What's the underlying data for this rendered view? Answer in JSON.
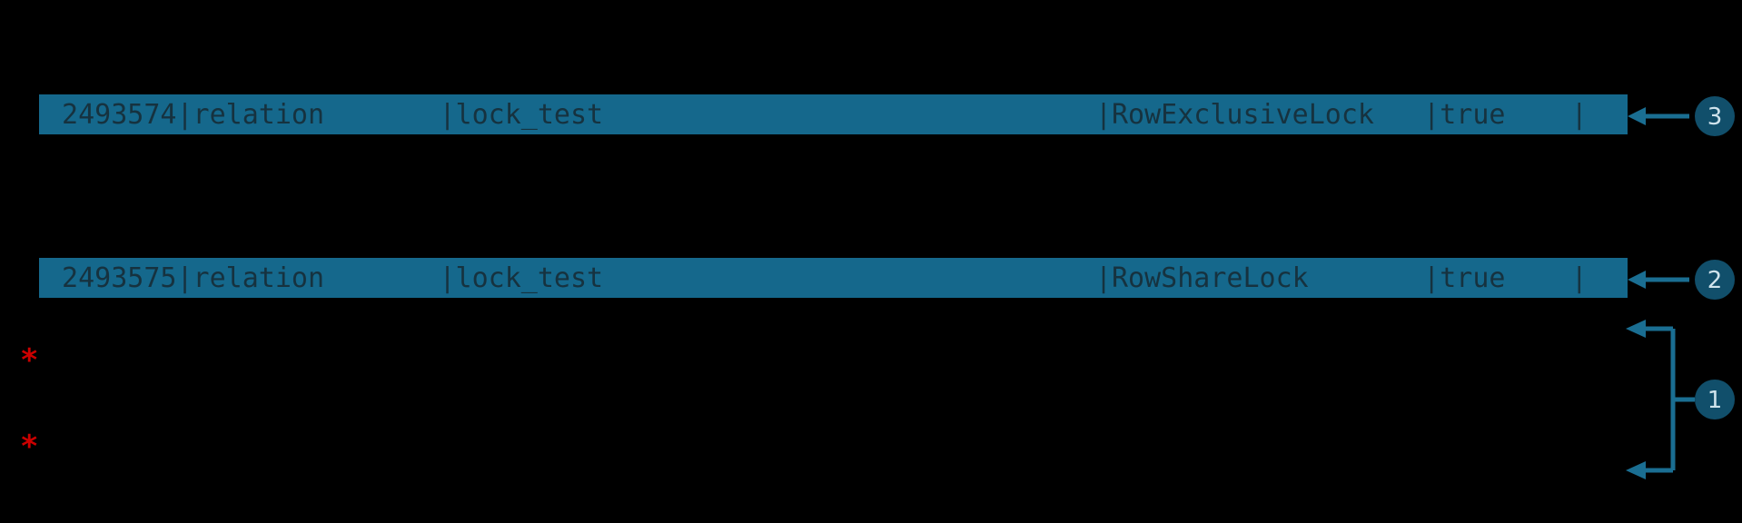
{
  "terminal": {
    "background_color": "#000000",
    "highlight_color": "#15688c",
    "highlight_text_color": "#16323f",
    "accent_color": "#1a6e92",
    "badge_color": "#114f6b",
    "marker_color": "#cc0000"
  },
  "rows": [
    {
      "id": "row-lock-3",
      "text": " 2493574|relation       |lock_test                              |RowExclusiveLock   |true    |",
      "pid": "2493574",
      "locktype": "relation",
      "relation": "lock_test",
      "mode": "RowExclusiveLock",
      "granted": "true",
      "badge": "3"
    },
    {
      "id": "row-lock-2",
      "text": " 2493575|relation       |lock_test                              |RowShareLock       |true    |",
      "pid": "2493575",
      "locktype": "relation",
      "relation": "lock_test",
      "mode": "RowShareLock",
      "granted": "true",
      "badge": "2"
    }
  ],
  "markers": [
    {
      "id": "asterisk-upper",
      "glyph": "*"
    },
    {
      "id": "asterisk-lower",
      "glyph": "*"
    }
  ],
  "callouts": [
    {
      "id": "callout-3",
      "badge": "3",
      "kind": "arrow-left"
    },
    {
      "id": "callout-2",
      "badge": "2",
      "kind": "arrow-left"
    },
    {
      "id": "callout-1",
      "badge": "1",
      "kind": "brace-left"
    }
  ]
}
